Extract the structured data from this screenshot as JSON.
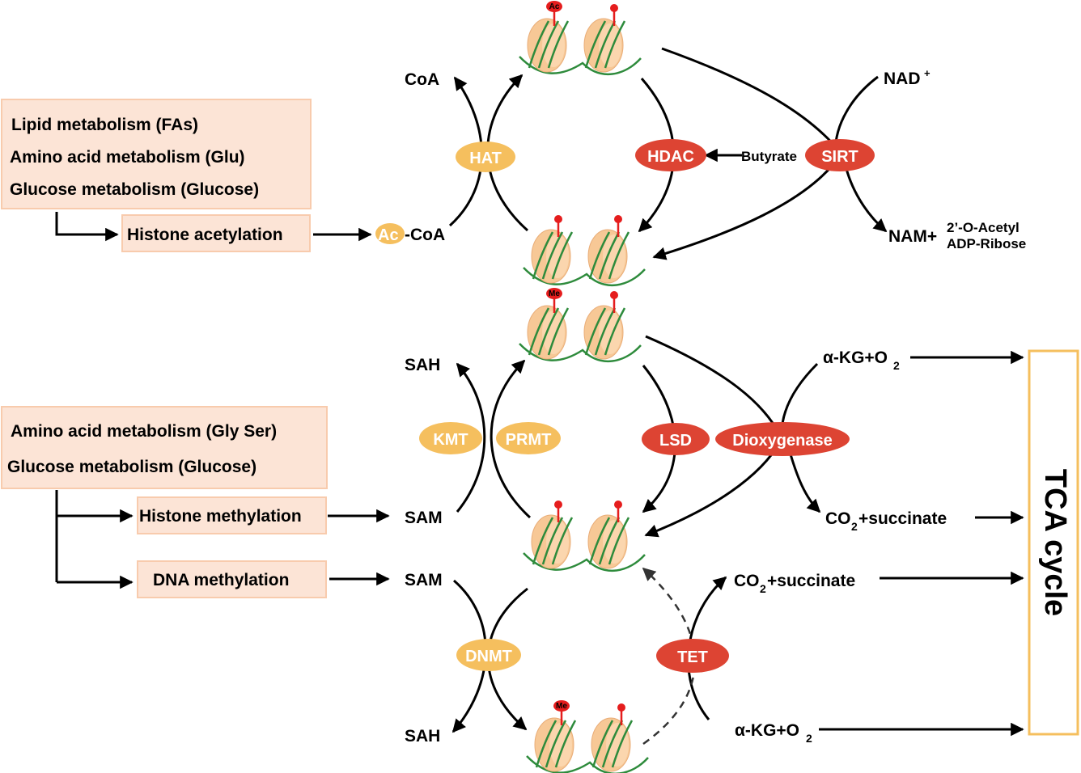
{
  "acetylation": {
    "sources": [
      "Lipid metabolism (FAs)",
      "Amino acid metabolism (Glu)",
      "Glucose metabolism (Glucose)"
    ],
    "process": "Histone acetylation",
    "acetyl_coa_prefix": "Ac",
    "acetyl_coa_suffix": "-CoA",
    "coa": "CoA",
    "nad": "NAD",
    "nad_sup": "+",
    "nam": "NAM+",
    "adp_ribose_line1": "2’-O-Acetyl",
    "adp_ribose_line2": "ADP-Ribose",
    "butyrate": "Butyrate",
    "enzymes": {
      "hat": "HAT",
      "hdac": "HDAC",
      "sirt": "SIRT"
    },
    "mark": "Ac"
  },
  "methylation": {
    "sources": [
      "Amino acid metabolism (Gly Ser)",
      "Glucose metabolism (Glucose)"
    ],
    "histone_process": "Histone methylation",
    "dna_process": "DNA methylation",
    "sam": "SAM",
    "sah": "SAH",
    "akg": "α-KG+O",
    "akg_sub": "2",
    "co2": "CO",
    "co2_sub": "2",
    "succinate": "+succinate",
    "enzymes": {
      "kmt": "KMT",
      "prmt": "PRMT",
      "lsd": "LSD",
      "dioxygenase": "Dioxygenase",
      "dnmt": "DNMT",
      "tet": "TET"
    },
    "mark": "Me"
  },
  "tca": "TCA cycle",
  "colors": {
    "writer": "#f5bf5e",
    "eraser": "#dd4433",
    "box_fill": "#fce4d6",
    "box_border": "#f8cbad",
    "tca_border": "#f5bf5e",
    "nucleosome": "#f7c896",
    "dna": "#2e8b3c",
    "pin": "#e51d1d"
  }
}
